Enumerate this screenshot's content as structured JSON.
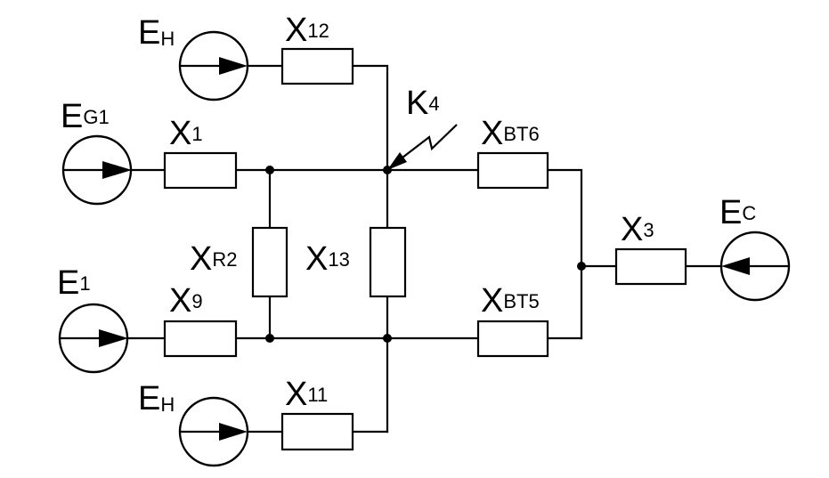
{
  "colors": {
    "ink": "#000000",
    "background": "#ffffff"
  },
  "sources": {
    "eh_top": {
      "main": "E",
      "sub": "H"
    },
    "eg1": {
      "main": "E",
      "sub": "G1"
    },
    "e1": {
      "main": "E",
      "sub": "1"
    },
    "eh_bottom": {
      "main": "E",
      "sub": "H"
    },
    "ec": {
      "main": "E",
      "sub": "C"
    }
  },
  "resistors": {
    "x12": {
      "main": "X",
      "sub": "12"
    },
    "x1": {
      "main": "X",
      "sub": "1"
    },
    "xr2": {
      "main": "X",
      "sub": "R2"
    },
    "x13": {
      "main": "X",
      "sub": "13"
    },
    "x9": {
      "main": "X",
      "sub": "9"
    },
    "x11": {
      "main": "X",
      "sub": "11"
    },
    "xbt6": {
      "main": "X",
      "sub": "BT6"
    },
    "xbt5": {
      "main": "X",
      "sub": "BT5"
    },
    "x3": {
      "main": "X",
      "sub": "3"
    }
  },
  "fault": {
    "main": "K",
    "sub": "4"
  }
}
